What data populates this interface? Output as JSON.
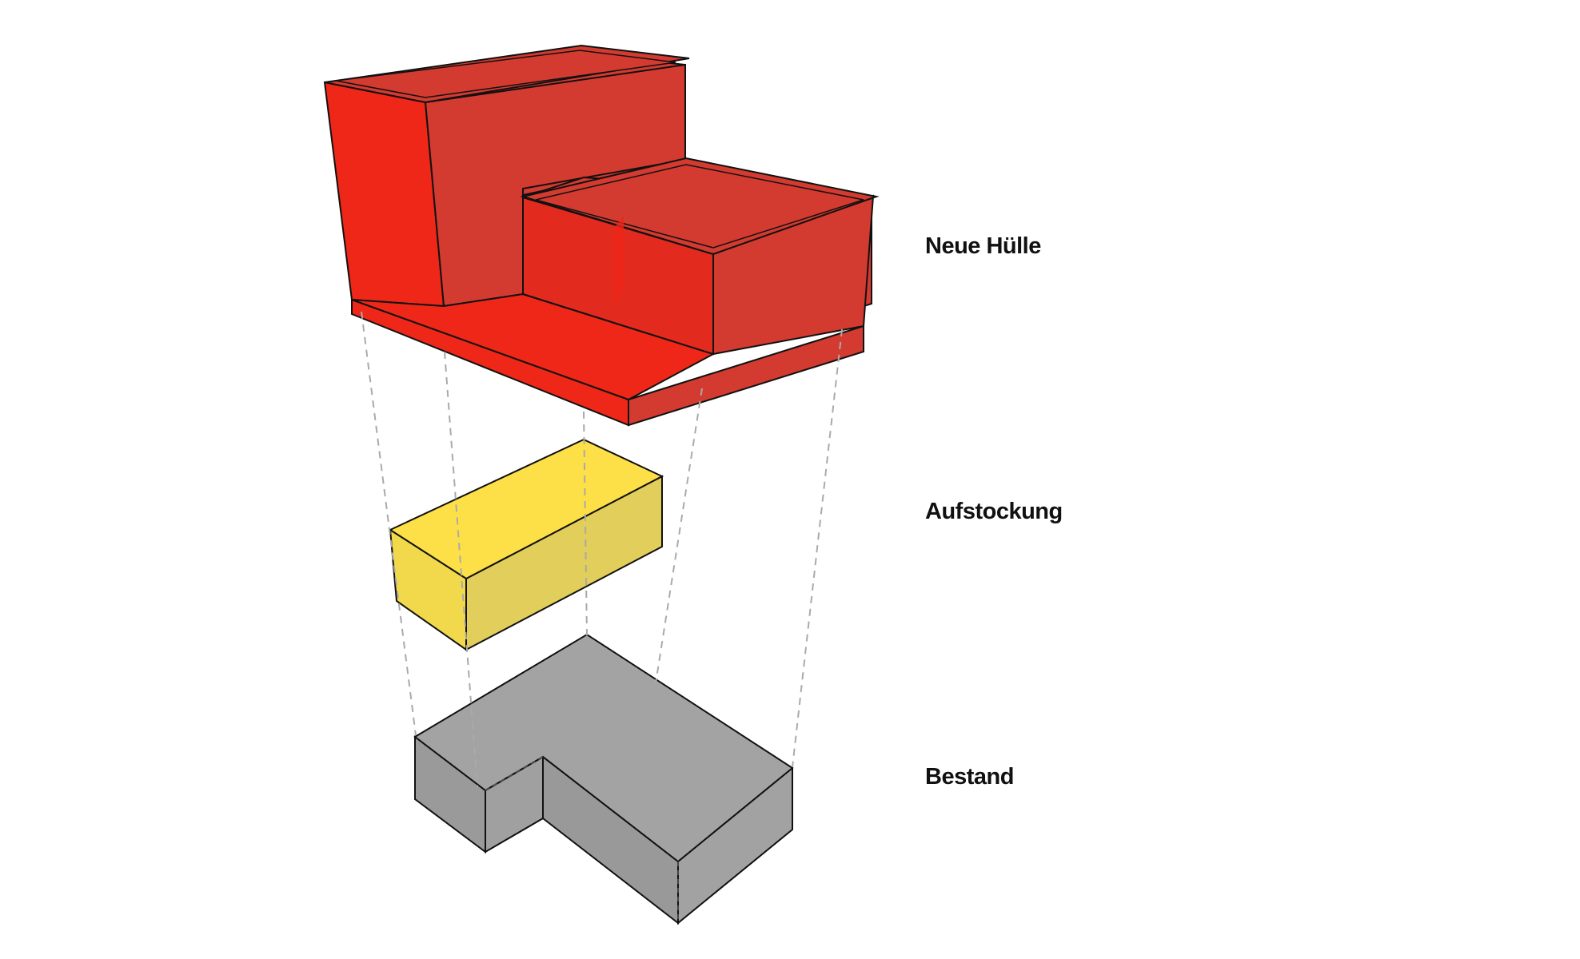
{
  "labels": {
    "new_envelope": "Neue Hülle",
    "addition": "Aufstockung",
    "existing": "Bestand"
  },
  "colors": {
    "new_envelope_light": "#EE2718",
    "new_envelope_dark": "#D33A30",
    "addition_top": "#FDE047",
    "addition_side": "#E2CE5A",
    "existing_top": "#A3A3A3",
    "existing_side": "#9A9A9A",
    "edge": "#111111",
    "projection_line": "#AAAAAA"
  }
}
